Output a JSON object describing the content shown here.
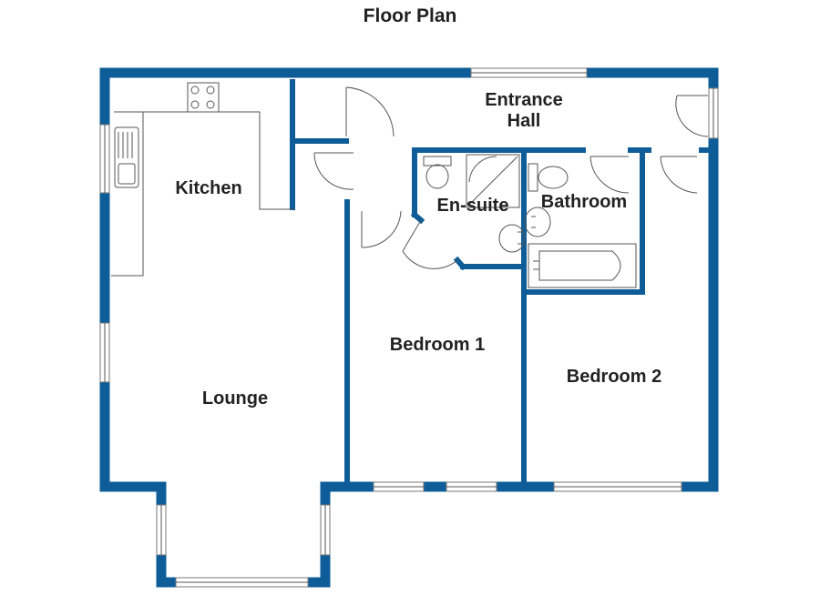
{
  "title": "Floor Plan",
  "rooms": {
    "entrance_hall_line1": "Entrance",
    "entrance_hall_line2": "Hall",
    "kitchen": "Kitchen",
    "en_suite": "En-suite",
    "bathroom": "Bathroom",
    "bedroom1": "Bedroom 1",
    "bedroom2": "Bedroom 2",
    "lounge": "Lounge"
  },
  "colors": {
    "wall": "#0e5d98",
    "background": "#ffffff",
    "text": "#222222"
  }
}
